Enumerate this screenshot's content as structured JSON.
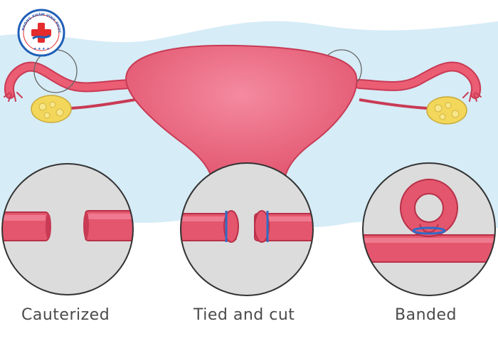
{
  "logo": {
    "text": "PHÒNG KHÁM VĨNH PHÚC - ĐỒNG TÂY",
    "colors": {
      "red": "#e52b2b",
      "blue": "#1f5fb8"
    }
  },
  "illustration": {
    "subject": "uterus-with-fallopian-tubes",
    "colors": {
      "backdrop": "#d6ecf7",
      "tissue": "#ea5d73",
      "tissue_dark": "#c93a54",
      "ovary": "#f2d75a",
      "circle_fill": "#dcdcdc",
      "band": "#2f6cc8"
    }
  },
  "panels": [
    {
      "id": "cauterized",
      "label": "Cauterized"
    },
    {
      "id": "tied-and-cut",
      "label": "Tied and cut"
    },
    {
      "id": "banded",
      "label": "Banded"
    }
  ]
}
